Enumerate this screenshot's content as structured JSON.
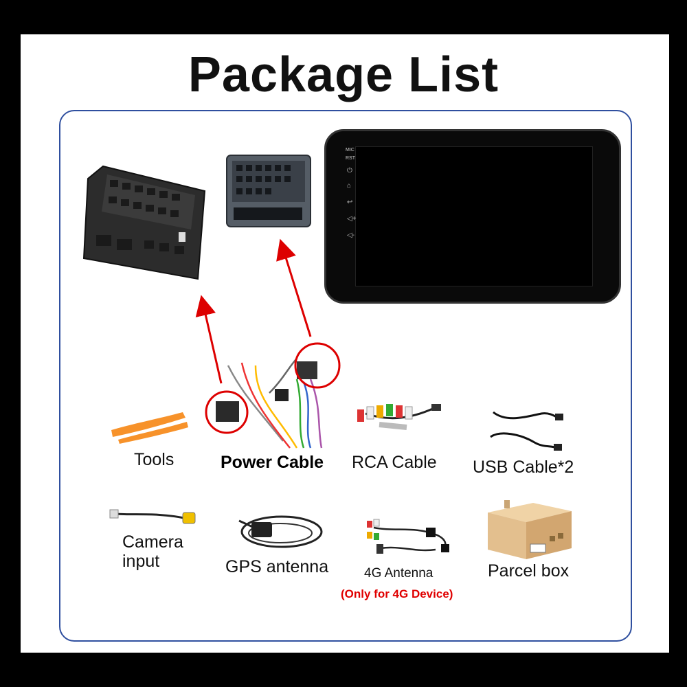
{
  "title": "Package List",
  "screen_icons": {
    "mic": "MIC",
    "rst": "RST",
    "buttons": [
      "power-icon",
      "home-icon",
      "back-icon",
      "volume-up-icon",
      "volume-down-icon"
    ]
  },
  "items": {
    "tools": "Tools",
    "power_cable": "Power Cable",
    "rca_cable": "RCA Cable",
    "usb_cable": "USB Cable*2",
    "camera_input_line1": "Camera",
    "camera_input_line2": "input",
    "gps_antenna": "GPS antenna",
    "antenna_4g": "4G Antenna",
    "antenna_4g_note": "(Only for 4G Device)",
    "parcel_box": "Parcel box"
  },
  "colors": {
    "panel_border": "#2f4f9f",
    "arrow": "#dd0000",
    "tool_orange": "#f7922a",
    "box_cardboard": "#e3bf8e",
    "note_red": "#e00000"
  }
}
